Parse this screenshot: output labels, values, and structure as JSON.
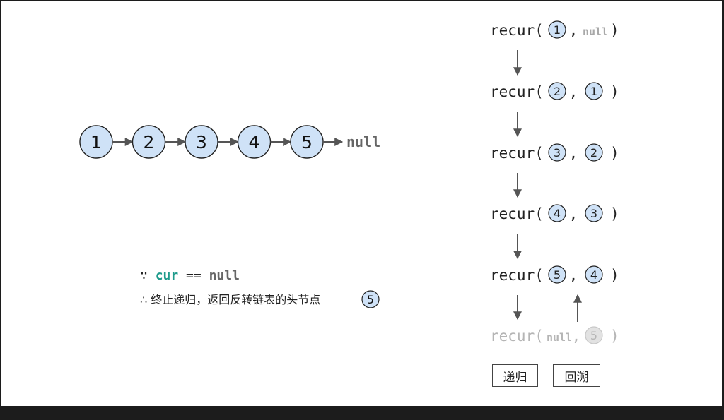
{
  "colors": {
    "node_fill": "#cfe2f7",
    "node_stroke": "#222222",
    "ghost_fill": "#e2e2e2",
    "ghost_text": "#b5b5b5",
    "cur_teal": "#1f9b8c",
    "arrow": "#555555",
    "null_gray": "#666666"
  },
  "linked_list": {
    "nodes": [
      "1",
      "2",
      "3",
      "4",
      "5"
    ],
    "tail": "null"
  },
  "calls": [
    {
      "fn": "recur(",
      "a": "1",
      "b": "null",
      "b_is_node": false,
      "close": ")",
      "ghost": false
    },
    {
      "fn": "recur(",
      "a": "2",
      "b": "1",
      "b_is_node": true,
      "close": ")",
      "ghost": false
    },
    {
      "fn": "recur(",
      "a": "3",
      "b": "2",
      "b_is_node": true,
      "close": ")",
      "ghost": false
    },
    {
      "fn": "recur(",
      "a": "4",
      "b": "3",
      "b_is_node": true,
      "close": ")",
      "ghost": false
    },
    {
      "fn": "recur(",
      "a": "5",
      "b": "4",
      "b_is_node": true,
      "close": ")",
      "ghost": false
    },
    {
      "fn": "recur(",
      "a": "null",
      "a_is_node": false,
      "b": "5",
      "b_is_node": true,
      "close": ")",
      "ghost": true
    }
  ],
  "note": {
    "because_symbol": "∵",
    "cur": "cur",
    "op": "==",
    "null": "null",
    "therefore_symbol": "∴",
    "text": "终止递归，返回反转链表的头节点",
    "head": "5"
  },
  "buttons": {
    "recursion": "递归",
    "backtrack": "回溯"
  }
}
